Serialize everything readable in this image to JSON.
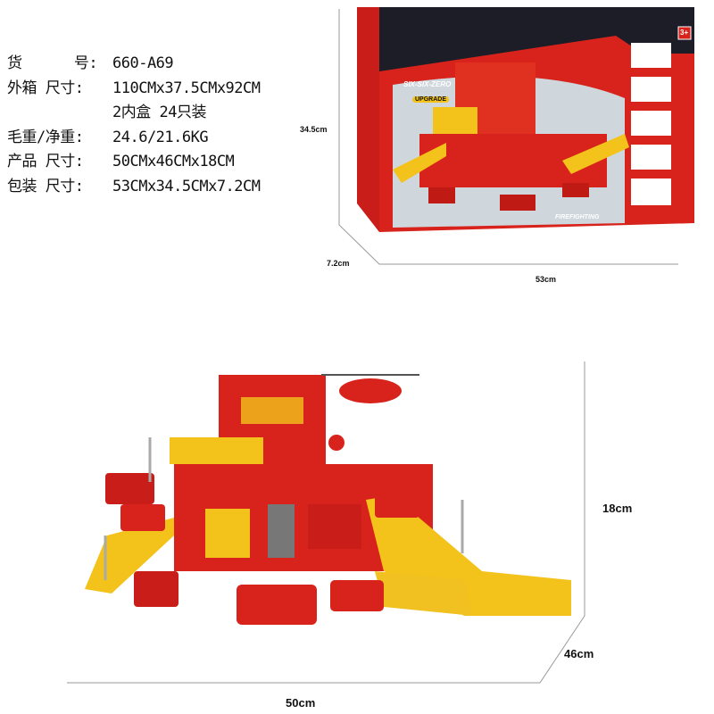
{
  "specs": [
    {
      "label": "货      号:",
      "value": "660-A69"
    },
    {
      "label": "外箱 尺寸:",
      "value": "110CMx37.5CMx92CM"
    },
    {
      "label": "",
      "value": "2内盒 24只装"
    },
    {
      "label": "毛重/净重:",
      "value": "24.6/21.6KG"
    },
    {
      "label": "产品 尺寸:",
      "value": "50CMx46CMx18CM"
    },
    {
      "label": "包装 尺寸:",
      "value": "53CMx34.5CMx7.2CM"
    }
  ],
  "box": {
    "height_label": "34.5cm",
    "depth_label": "7.2cm",
    "width_label": "53cm",
    "logo": "SIX-SIX-ZERO",
    "badge": "UPGRADE",
    "caption": "FIREFIGHTING",
    "age": "3+"
  },
  "product": {
    "height_label": "18cm",
    "depth_label": "46cm",
    "width_label": "50cm"
  },
  "colors": {
    "red": "#d8231c",
    "yellow": "#f3c21b",
    "dark": "#1d1d28"
  }
}
